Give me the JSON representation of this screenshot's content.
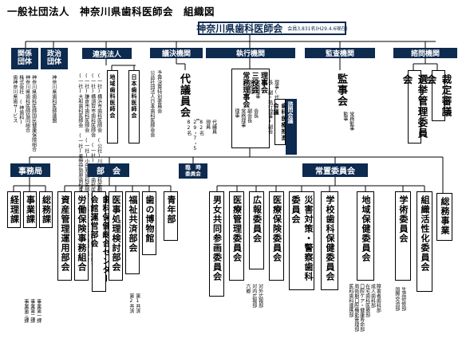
{
  "title": "一般社団法人　神奈川県歯科医師会　組織図",
  "root": {
    "name": "神奈川県歯科医師会",
    "note": "会員3,831名(H29.4.6現在)"
  },
  "header_boxes": {
    "kankei": [
      "関係",
      "団体"
    ],
    "seiji": [
      "政治",
      "団体"
    ],
    "renkei": "連携法人",
    "giketsu": "議決機関",
    "shikko": "執行機関",
    "kansa": "監査機関",
    "shimon": "諮問機関"
  },
  "kankei_text": [
    "神奈川県歯科医師国民健康保険組合",
    "神奈川県歯科医師協同組合",
    "株式会社 (神歯科)",
    "歯神奈川県歯サービス"
  ],
  "seiji_text": "神奈川県歯科医師連盟",
  "renkei_text": [
    "(一社)横浜市歯科医師会 (公社)川崎市歯科医師会 (一社)相模原市歯科医師会",
    "(一社)横須賀市歯科医師会 (一社)藤沢市歯科医師会 (公社)平塚市歯科医師会",
    "(一社)鎌倉市歯科医師会 (一社)小田原歯科医師会 (一社)厚木市歯科医師会",
    "(一社)大和歯科医師会 (一社)秦野伊勢原歯科医師会 ほか"
  ],
  "renkei_boxes": [
    "地域歯科医師会",
    "日本歯科医師会"
  ],
  "renkei_side": [
    "予算決算特別委員会",
    "公益社団法人日本歯科医師会会"
  ],
  "giketsu": {
    "box": "代議員会",
    "details": [
      "代議員",
      "現員",
      "82名",
      "29・7・5",
      "82名"
    ]
  },
  "shikko": {
    "main": [
      "理事会",
      "三役会",
      "常務理事会"
    ],
    "main_details": [
      "会長",
      "副会長",
      "常務理事",
      "理事"
    ],
    "details2": [
      "理事(代表理事)会",
      "長(副・執行理事)副会",
      "長",
      "常務理事",
      "常務理"
    ],
    "boxes": [
      "歯科医療推進会議",
      "諮問会議"
    ]
  },
  "kansa": {
    "box": "監事会",
    "details": [
      "常務監事",
      "監事"
    ]
  },
  "shimon": {
    "boxes": [
      "選挙管理委員会",
      "裁定審議会"
    ]
  },
  "jimukyoku": {
    "header": "事務局",
    "boxes": [
      "経理課",
      "事業課",
      "総務課"
    ],
    "notes": [
      "事業第一課",
      "事業第二課",
      "事業第三課"
    ]
  },
  "bukai": {
    "header": "部　会",
    "boxes": [
      "資産管理運用部会",
      "労働保険事務組合",
      "歯科保健総合センター会館運営部会",
      "医事処理検討部会",
      "福祉共済部会",
      "歯の博物館",
      "青年部"
    ],
    "notes": [
      "第1共済",
      "第2共済"
    ]
  },
  "rinji": [
    "臨　時",
    "委員会"
  ],
  "josetsu": {
    "header": "常置委員会",
    "boxes": [
      "男女共同参画委員会",
      "医療管理委員会",
      "広報委員会",
      "医療保険委員会",
      "災害対策・警察歯科委員会",
      "学校歯科保健委員会",
      "地域保健委員会",
      "学術委員会",
      "組織活性化委員会"
    ],
    "notes": {
      "kouhou": [
        "対外広報部",
        "対内広報部",
        "六郷"
      ],
      "chiiki": [
        "障害者歯科部",
        "成人歯科部",
        "在宅歯科医療部",
        "口腔ケア・健康寿命部",
        "周術期口腔機能管理部",
        "医科歯科連携部"
      ],
      "gakujutsu": [
        "生涯研修部",
        "国際交流部"
      ]
    }
  },
  "somu": "総務事業"
}
